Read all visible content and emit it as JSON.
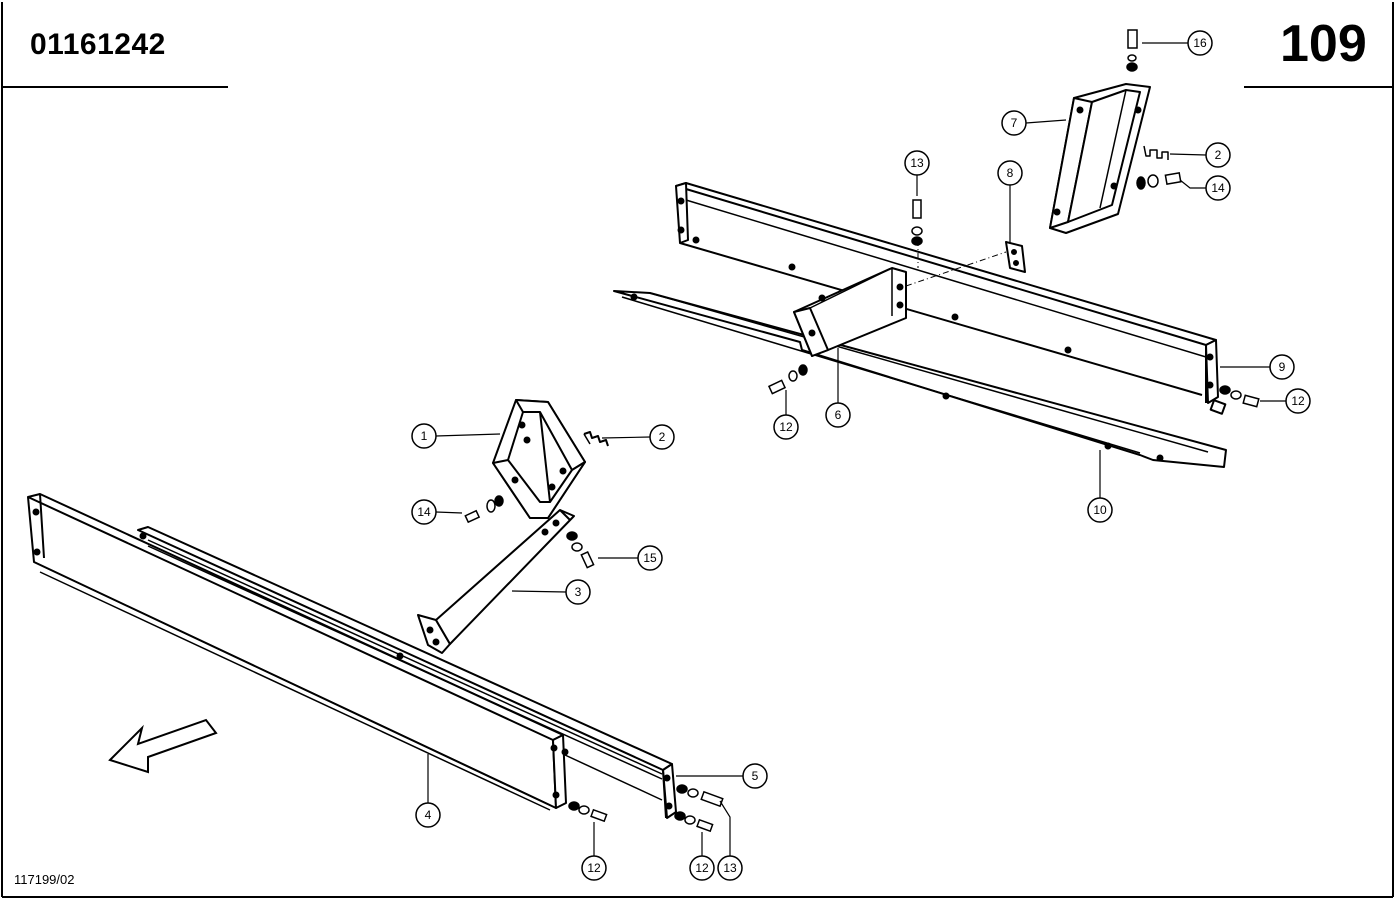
{
  "header": {
    "part_number": "01161242",
    "page_number": "109"
  },
  "footer": {
    "drawing_number": "117199/02"
  },
  "callouts": [
    "1",
    "2",
    "3",
    "4",
    "5",
    "6",
    "7",
    "8",
    "9",
    "10",
    "12",
    "13",
    "14",
    "15",
    "16"
  ]
}
